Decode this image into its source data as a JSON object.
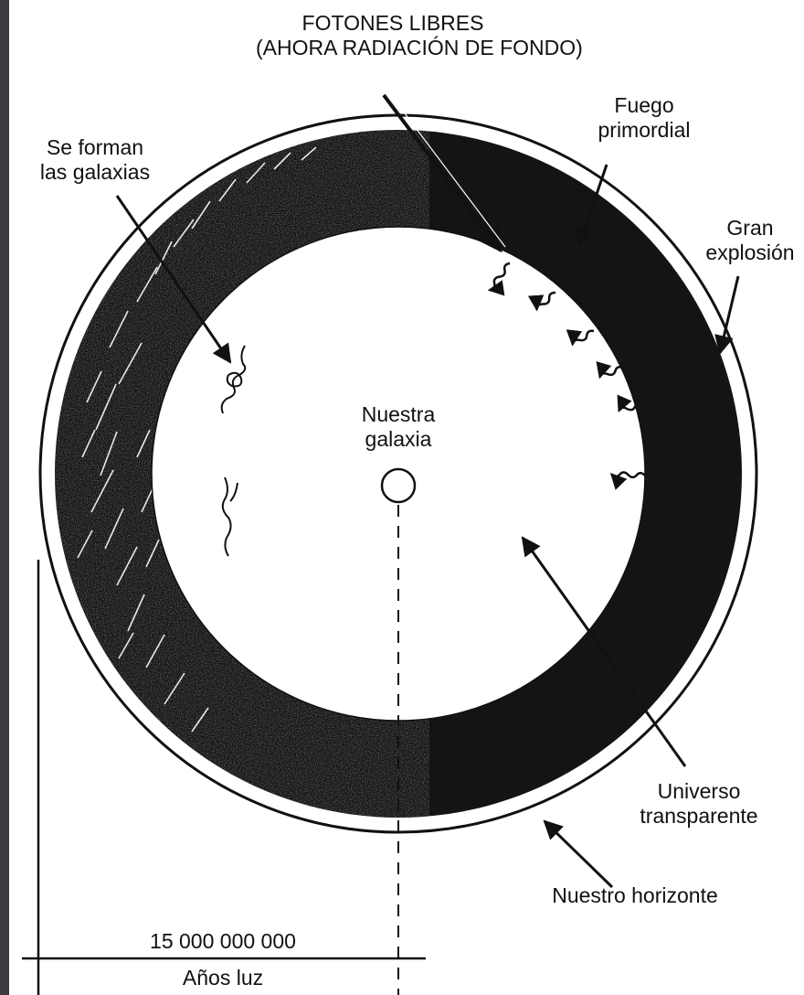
{
  "labels": {
    "free_photons": "FOTONES LIBRES",
    "free_photons_sub": "(AHORA RADIACIÓN DE FONDO)",
    "galaxies_form_1": "Se forman",
    "galaxies_form_2": "las galaxias",
    "primordial_fire_1": "Fuego",
    "primordial_fire_2": "primordial",
    "big_bang_1": "Gran",
    "big_bang_2": "explosión",
    "our_galaxy_1": "Nuestra",
    "our_galaxy_2": "galaxia",
    "transparent_universe_1": "Universo",
    "transparent_universe_2": "transparente",
    "our_horizon": "Nuestro horizonte",
    "scale_value": "15 000 000 000",
    "scale_unit": "Años luz"
  },
  "colors": {
    "ink": "#111111",
    "paper": "#ffffff",
    "frame": "#3a3a3f"
  }
}
